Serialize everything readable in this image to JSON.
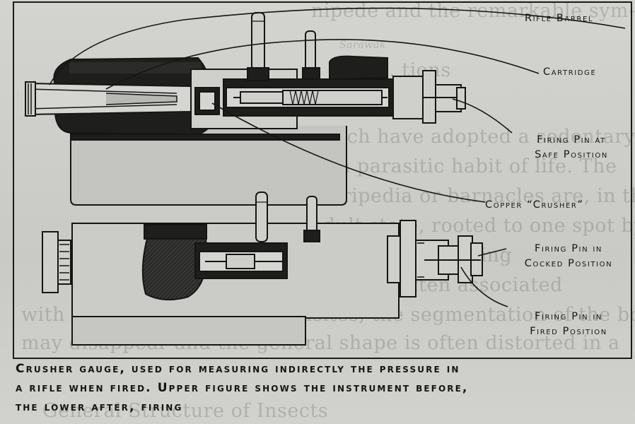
{
  "labels": {
    "rifle_barrel": "Rifle Barrel",
    "cartridge": "Cartridge",
    "firing_pin_safe_1": "Firing Pin at",
    "firing_pin_safe_2": "Safe Position",
    "copper_crusher": "Copper “Crusher”",
    "firing_pin_cocked_1": "Firing Pin in",
    "firing_pin_cocked_2": "Cocked Position",
    "firing_pin_fired_1": "Firing Pin in",
    "firing_pin_fired_2": "Fired Position"
  },
  "caption": {
    "line1": "Crusher gauge, used for measuring indirectly the pressure in",
    "line2": "a rifle when fired. Upper figure shows the instrument before,",
    "line3": "the lower after, firing"
  }
}
